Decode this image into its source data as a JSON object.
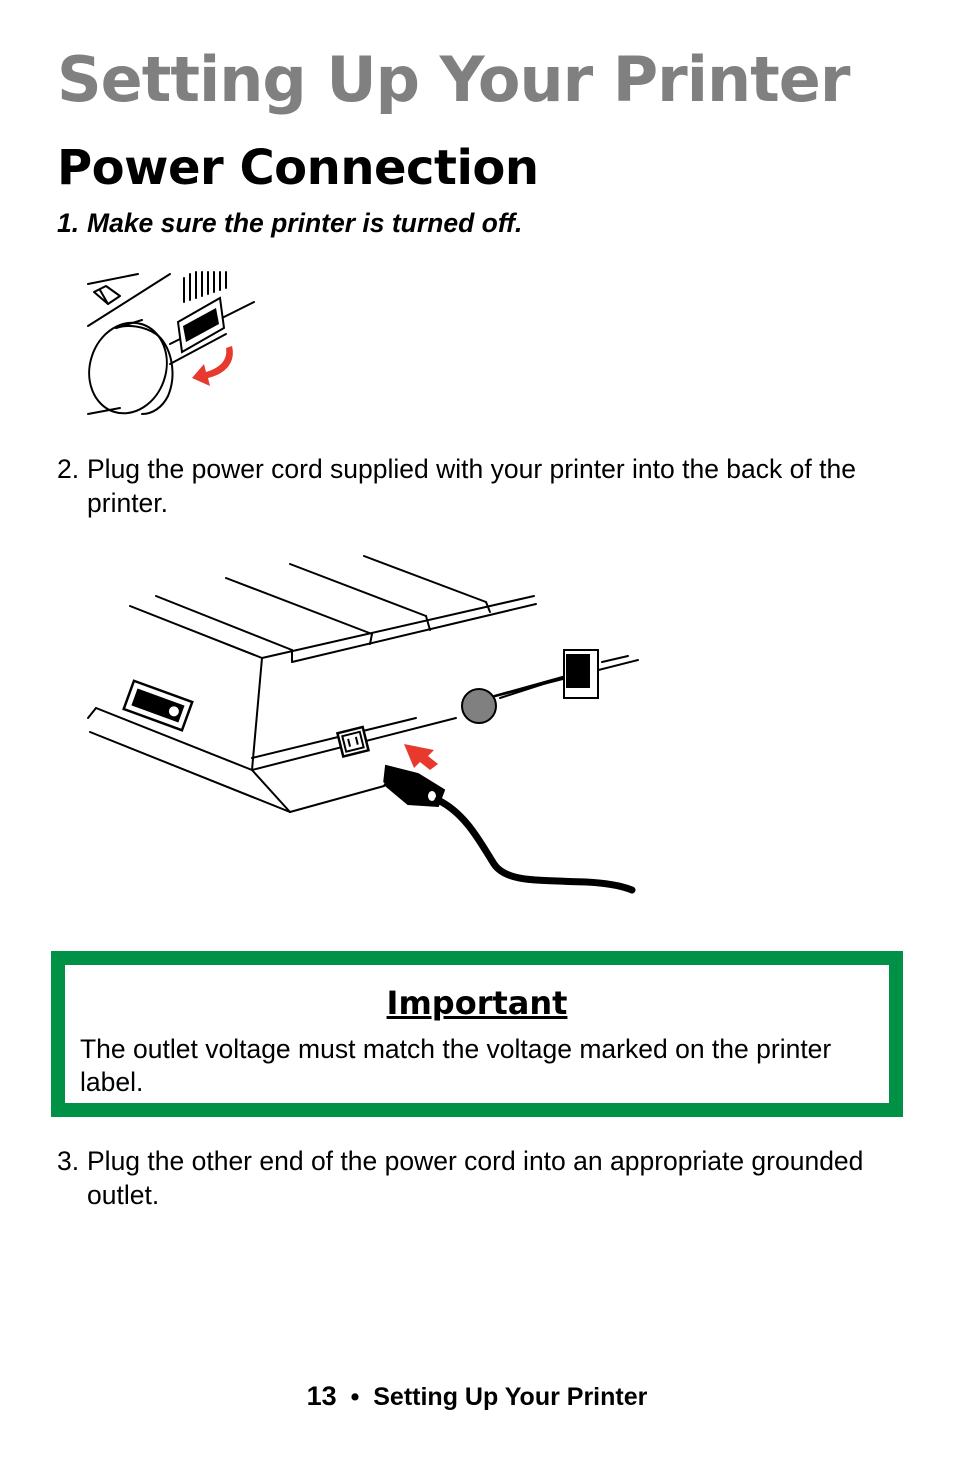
{
  "page": {
    "chapter_title": "Setting Up Your Printer",
    "section_title": "Power Connection"
  },
  "steps": [
    {
      "number": "1.",
      "text": "Make sure the printer is turned off."
    },
    {
      "number": "2.",
      "text": "Plug the power cord supplied with your printer into the back of the printer."
    },
    {
      "number": "3.",
      "text": "Plug the other end of the power cord into an appropriate grounded outlet."
    }
  ],
  "important_note": {
    "heading": "Important",
    "text": "The outlet voltage must match the voltage marked on the printer label.",
    "border_color": "#009146"
  },
  "footer": {
    "page_number": "13",
    "separator": "•",
    "title": "Setting Up Your Printer"
  },
  "colors": {
    "chapter_title": "#808080",
    "arrow": "#e8392f"
  }
}
